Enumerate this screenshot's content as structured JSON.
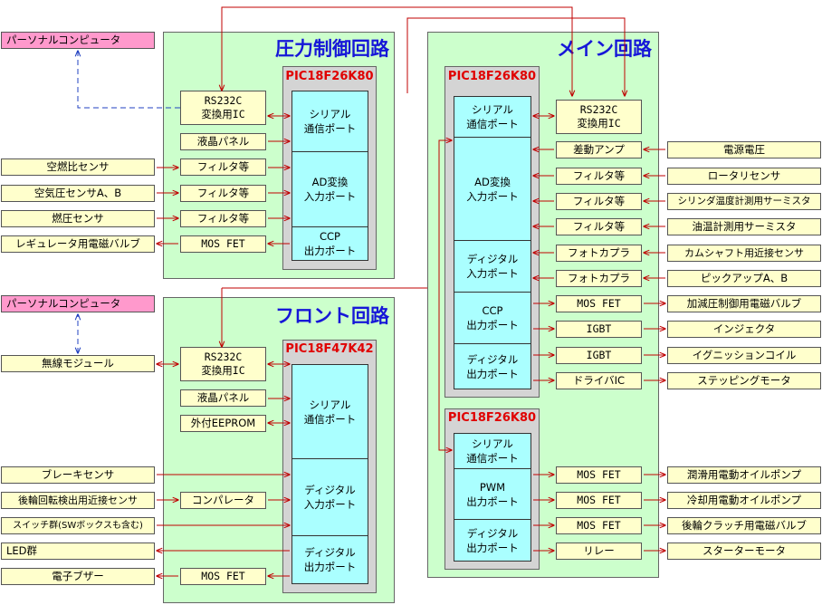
{
  "colors": {
    "panel": "#ccffcc",
    "port": "#aaffff",
    "box": "#ffffcc",
    "pc": "#ff99cc",
    "title": "#1616d8",
    "chip": "#e00000",
    "red_line": "#c00000",
    "blue_line": "#2040c0"
  },
  "pressure": {
    "title": "圧力制御回路",
    "chip": "PIC18F26K80",
    "ports": [
      "シリアル\n通信ポート",
      "AD変換\n入力ポート",
      "CCP\n出力ポート"
    ],
    "rs232c": "RS232C\n変換用IC",
    "lcd": "液晶パネル",
    "filters": [
      "フィルタ等",
      "フィルタ等",
      "フィルタ等"
    ],
    "mosfet": "MOS FET",
    "pc": "パーソナルコンピュータ",
    "sensors": [
      "空燃比センサ",
      "空気圧センサA、B",
      "燃圧センサ"
    ],
    "valve": "レギュレータ用電磁バルブ"
  },
  "front": {
    "title": "フロント回路",
    "chip": "PIC18F47K42",
    "ports": [
      "シリアル\n通信ポート",
      "ディジタル\n入力ポート",
      "ディジタル\n出力ポート"
    ],
    "rs232c": "RS232C\n変換用IC",
    "lcd": "液晶パネル",
    "eeprom": "外付EEPROM",
    "comparator": "コンパレータ",
    "mosfet": "MOS FET",
    "pc": "パーソナルコンピュータ",
    "wireless": "無線モジュール",
    "left_items": [
      "ブレーキセンサ",
      "後輪回転検出用近接センサ",
      "スイッチ群(SWボックスも含む)",
      "LED群",
      "電子ブザー"
    ]
  },
  "main": {
    "title": "メイン回路",
    "chip1": "PIC18F26K80",
    "ports1": [
      "シリアル\n通信ポート",
      "AD変換\n入力ポート",
      "ディジタル\n入力ポート",
      "CCP\n出力ポート",
      "ディジタル\n出力ポート"
    ],
    "rs232c": "RS232C\n変換用IC",
    "mid1": [
      "差動アンプ",
      "フィルタ等",
      "フィルタ等",
      "フィルタ等",
      "フォトカプラ",
      "フォトカプラ",
      "MOS FET",
      "IGBT",
      "IGBT",
      "ドライバIC"
    ],
    "right1": [
      "電源電圧",
      "ロータリセンサ",
      "シリンダ温度計測用サーミスタ",
      "油温計測用サーミスタ",
      "カムシャフト用近接センサ",
      "ピックアップA、B",
      "加減圧制御用電磁バルブ",
      "インジェクタ",
      "イグニッションコイル",
      "ステッピングモータ"
    ],
    "chip2": "PIC18F26K80",
    "ports2": [
      "シリアル\n通信ポート",
      "PWM\n出力ポート",
      "ディジタル\n出力ポート"
    ],
    "mid2": [
      "MOS FET",
      "MOS FET",
      "MOS FET",
      "リレー"
    ],
    "right2": [
      "潤滑用電動オイルポンプ",
      "冷却用電動オイルポンプ",
      "後輪クラッチ用電磁バルブ",
      "スターターモータ"
    ]
  }
}
